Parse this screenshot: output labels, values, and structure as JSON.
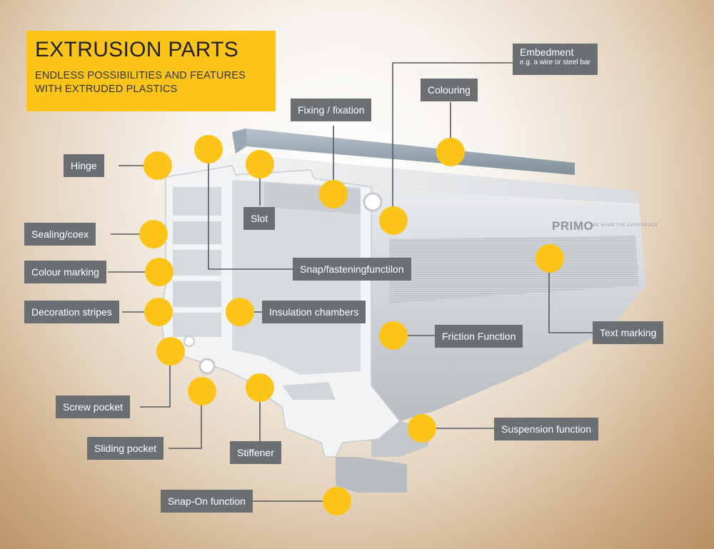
{
  "title": {
    "main": "EXTRUSION PARTS",
    "sub": "ENDLESS POSSIBILITIES AND FEATURES WITH EXTRUDED PLASTICS"
  },
  "brand": {
    "name": "PRIMO",
    "tagline": "WE MAKE THE DIFFERENCE"
  },
  "colors": {
    "marker": "#fcc419",
    "label_bg": "#6b6f72",
    "title_bg": "#fcc419"
  },
  "labels": {
    "hinge": "Hinge",
    "sealing": "Sealing/coex",
    "colour_marking": "Colour marking",
    "decoration_stripes": "Decoration stripes",
    "screw_pocket": "Screw pocket",
    "sliding_pocket": "Sliding pocket",
    "stiffener": "Stiffener",
    "snap_on": "Snap-On function",
    "slot": "Slot",
    "snap_fastening": "Snap/fasteningfunctilon",
    "insulation": "Insulation chambers",
    "fixing": "Fixing / fixation",
    "colouring": "Colouring",
    "embedment": "Embedment",
    "embedment_sub": "e.g. a wire or steel bar",
    "friction": "Friction Function",
    "text_marking": "Text marking",
    "suspension": "Suspension function"
  }
}
